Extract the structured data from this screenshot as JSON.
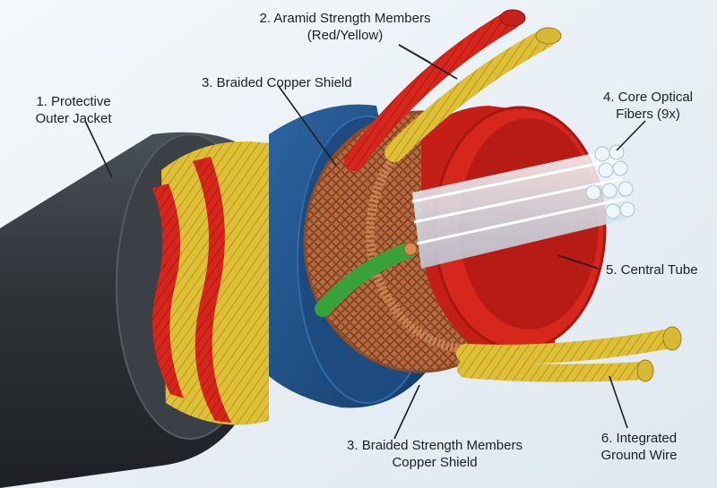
{
  "labels": {
    "outer_jacket": {
      "line1": "1. Protective",
      "line2": "Outer Jacket"
    },
    "aramid": {
      "line1": "2. Aramid Strength Members",
      "line2": "(Red/Yellow)"
    },
    "copper_shield": {
      "line1": "3. Braided Copper Shield"
    },
    "optical_fibers": {
      "line1": "4. Core Optical",
      "line2": "Fibers (9x)"
    },
    "central_tube": {
      "line1": "5. Central Tube"
    },
    "ground_wire": {
      "line1": "6. Integrated",
      "line2": "Ground Wire"
    },
    "braided_strength": {
      "line1": "3. Braided Strength Members",
      "line2": "Copper Shield"
    }
  },
  "colors": {
    "background": "#e9f0f5",
    "jacket": "#33383e",
    "blue_sheath": "#1f4f86",
    "aramid_red": "#d8261c",
    "aramid_yellow": "#e2c33a",
    "copper": "#b86a3f",
    "central_tube": "#d7271d",
    "ground_wire": "#3aa13a",
    "fiber": "#dfeef7"
  }
}
